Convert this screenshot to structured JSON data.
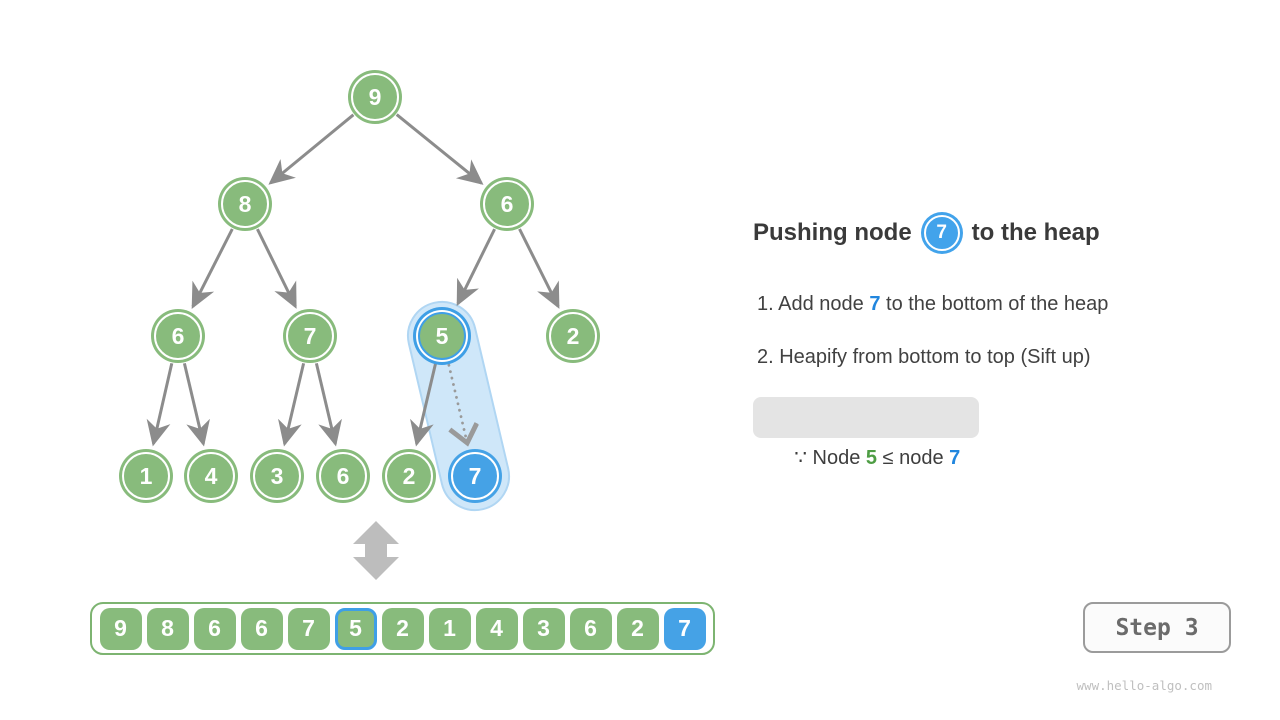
{
  "colors": {
    "node_green": "#88BB7C",
    "node_blue": "#45A2E6",
    "highlight_border_blue": "#3F9FE6",
    "capsule_fill": "#CFE7F9",
    "edge_gray": "#8C8C8C",
    "swap_arrow_gray": "#BDBDBD",
    "note_background": "#E4E4E4",
    "text_dark": "#3A3A3A",
    "text_green": "#4E9D44",
    "text_blue": "#2186DE"
  },
  "icons": {
    "swap_icon": "up-down-arrow",
    "sift_up_arrow": "dotted-down-arrow"
  },
  "tree": {
    "nodes": [
      {
        "value": "9",
        "state": "normal"
      },
      {
        "value": "8",
        "state": "normal"
      },
      {
        "value": "6",
        "state": "normal"
      },
      {
        "value": "6",
        "state": "normal"
      },
      {
        "value": "7",
        "state": "normal"
      },
      {
        "value": "5",
        "state": "selected"
      },
      {
        "value": "2",
        "state": "normal"
      },
      {
        "value": "1",
        "state": "normal"
      },
      {
        "value": "4",
        "state": "normal"
      },
      {
        "value": "3",
        "state": "normal"
      },
      {
        "value": "6",
        "state": "normal"
      },
      {
        "value": "2",
        "state": "normal"
      },
      {
        "value": "7",
        "state": "new"
      }
    ]
  },
  "array": {
    "values": [
      "9",
      "8",
      "6",
      "6",
      "7",
      "5",
      "2",
      "1",
      "4",
      "3",
      "6",
      "2",
      "7"
    ],
    "selected_index": 5,
    "new_index": 12
  },
  "panel": {
    "title": {
      "text_before": "Pushing node",
      "node_value": "7",
      "text_after": "to the heap"
    },
    "step1": {
      "prefix": "1. Add node ",
      "value": "7",
      "suffix": " to the bottom of the heap"
    },
    "step2": {
      "text": "2. Heapify from bottom to top (Sift up)"
    },
    "note": {
      "prefix": "∵ Node ",
      "value1": "5",
      "mid": " ≤ node ",
      "value2": "7"
    }
  },
  "step_indicator": {
    "label": "Step 3"
  },
  "watermark": "www.hello-algo.com"
}
